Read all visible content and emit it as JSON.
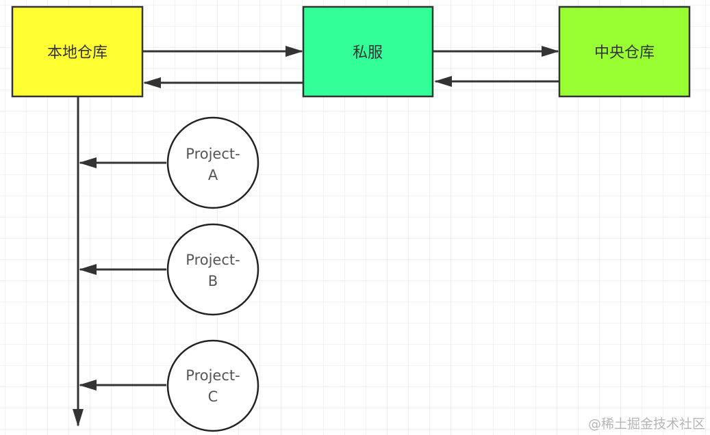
{
  "diagram": {
    "nodes": {
      "local_repo": {
        "label": "本地仓库",
        "fill": "#ffff33"
      },
      "private_server": {
        "label": "私服",
        "fill": "#33ff99"
      },
      "central_repo": {
        "label": "中央仓库",
        "fill": "#99ff33"
      }
    },
    "projects": [
      {
        "line1": "Project-",
        "line2": "A"
      },
      {
        "line1": "Project-",
        "line2": "B"
      },
      {
        "line1": "Project-",
        "line2": "C"
      }
    ],
    "colors": {
      "stroke": "#333333",
      "grid": "#e6e6e6",
      "circle_stroke": "#222222"
    }
  },
  "watermark": "@稀土掘金技术社区"
}
